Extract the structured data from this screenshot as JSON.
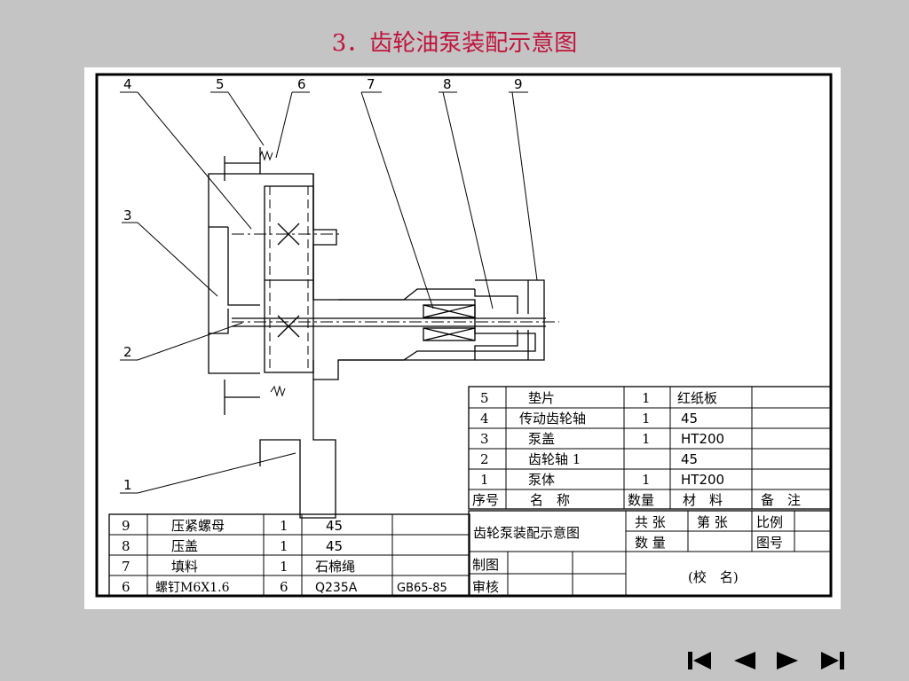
{
  "title": "3．齿轮油泵装配示意图",
  "callouts": [
    "1",
    "2",
    "3",
    "4",
    "5",
    "6",
    "7",
    "8",
    "9"
  ],
  "parts_right": {
    "header": [
      "序号",
      "名　称",
      "数量",
      "材　料",
      "备　注"
    ],
    "rows": [
      [
        "5",
        "垫片",
        "1",
        "红纸板",
        ""
      ],
      [
        "4",
        "传动齿轮轴",
        "1",
        "45",
        ""
      ],
      [
        "3",
        "泵盖",
        "1",
        "HT200",
        ""
      ],
      [
        "2",
        "齿轮轴 1",
        "",
        "45",
        ""
      ],
      [
        "1",
        "泵体",
        "1",
        "HT200",
        ""
      ]
    ]
  },
  "parts_left": {
    "rows": [
      [
        "9",
        "压紧螺母",
        "1",
        "45",
        ""
      ],
      [
        "8",
        "压盖",
        "1",
        "45",
        ""
      ],
      [
        "7",
        "填料",
        "1",
        "石棉绳",
        ""
      ],
      [
        "6",
        "螺钉M6X1.6",
        "6",
        "Q235A",
        "GB65-85"
      ]
    ]
  },
  "title_block": {
    "drawing_name": "齿轮泵装配示意图",
    "sheets_total": "共 张",
    "sheet_no": "第 张",
    "scale": "比例",
    "quantity": "数 量",
    "drawing_no": "图号",
    "drawn": "制图",
    "checked": "审核",
    "school": "(校　名)"
  },
  "navigation": [
    "first",
    "previous",
    "next",
    "last"
  ]
}
